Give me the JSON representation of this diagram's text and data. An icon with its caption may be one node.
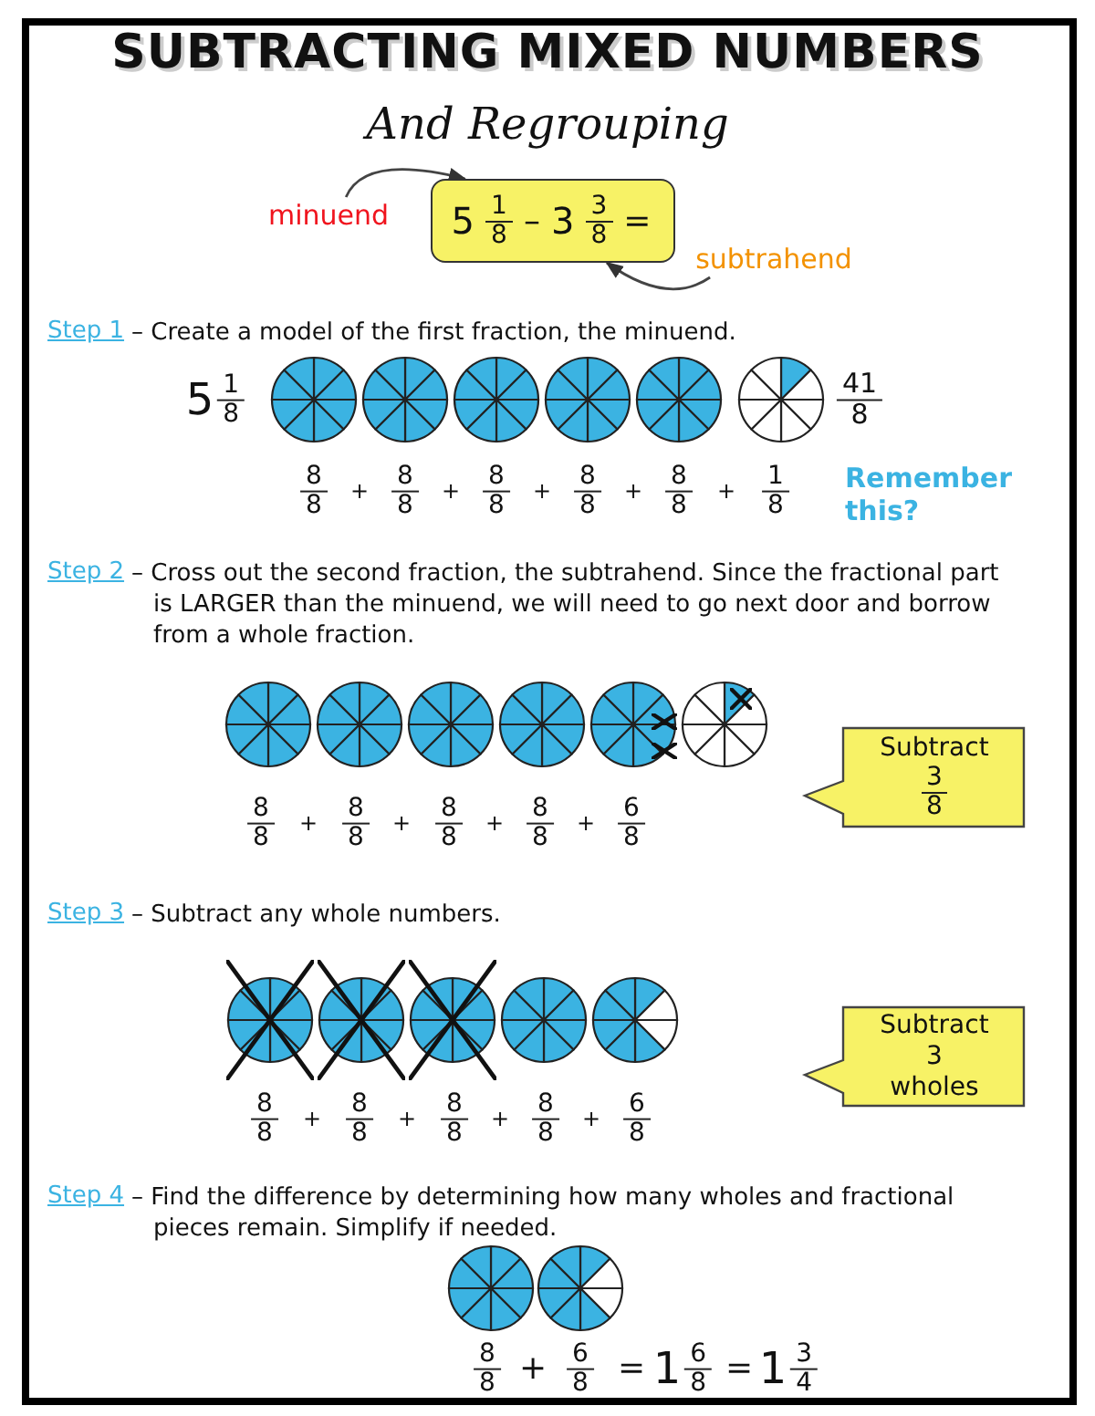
{
  "diagram": {
    "title": "SUBTRACTING MIXED NUMBERS",
    "nodes": [
      {
        "text": [
          "minuend"
        ]
      },
      {
        "text": [
          "5",
          "1",
          "8",
          "–",
          "3",
          "3",
          "8",
          "="
        ]
      },
      {
        "text": [
          "subtrahend"
        ]
      },
      {
        "text": [
          "Subtract",
          "3",
          "8"
        ]
      },
      {
        "text": [
          "Subtract",
          "3",
          "wholes"
        ]
      }
    ],
    "edges": [
      {
        "from": 0,
        "to": 1,
        "arrow": "to"
      },
      {
        "from": 2,
        "to": 1,
        "arrow": "to"
      }
    ],
    "labels": [
      "And Regrouping",
      "Step 1",
      "– Create a model of the first fraction, the minuend.",
      "5",
      "1",
      "8",
      "41",
      "8",
      "8",
      "8",
      "+",
      "8",
      "8",
      "+",
      "8",
      "8",
      "+",
      "8",
      "8",
      "+",
      "8",
      "8",
      "+",
      "1",
      "8",
      "Remember this?",
      "Step 2",
      "– Cross out the second fraction, the subtrahend. Since the fractional part is LARGER than the minuend, we will need to go next door and borrow from a whole fraction.",
      "8",
      "8",
      "+",
      "8",
      "8",
      "+",
      "8",
      "8",
      "+",
      "8",
      "8",
      "+",
      "6",
      "8",
      "Step 3",
      "– Subtract any whole numbers.",
      "8",
      "8",
      "+",
      "8",
      "8",
      "+",
      "8",
      "8",
      "+",
      "8",
      "8",
      "+",
      "6",
      "8",
      "Step 4",
      "– Find the difference by determining how many wholes and fractional pieces remain. Simplify if needed.",
      "8",
      "8",
      "+",
      "6",
      "8",
      "=",
      "1",
      "6",
      "8",
      "=",
      "1",
      "3",
      "4"
    ]
  }
}
